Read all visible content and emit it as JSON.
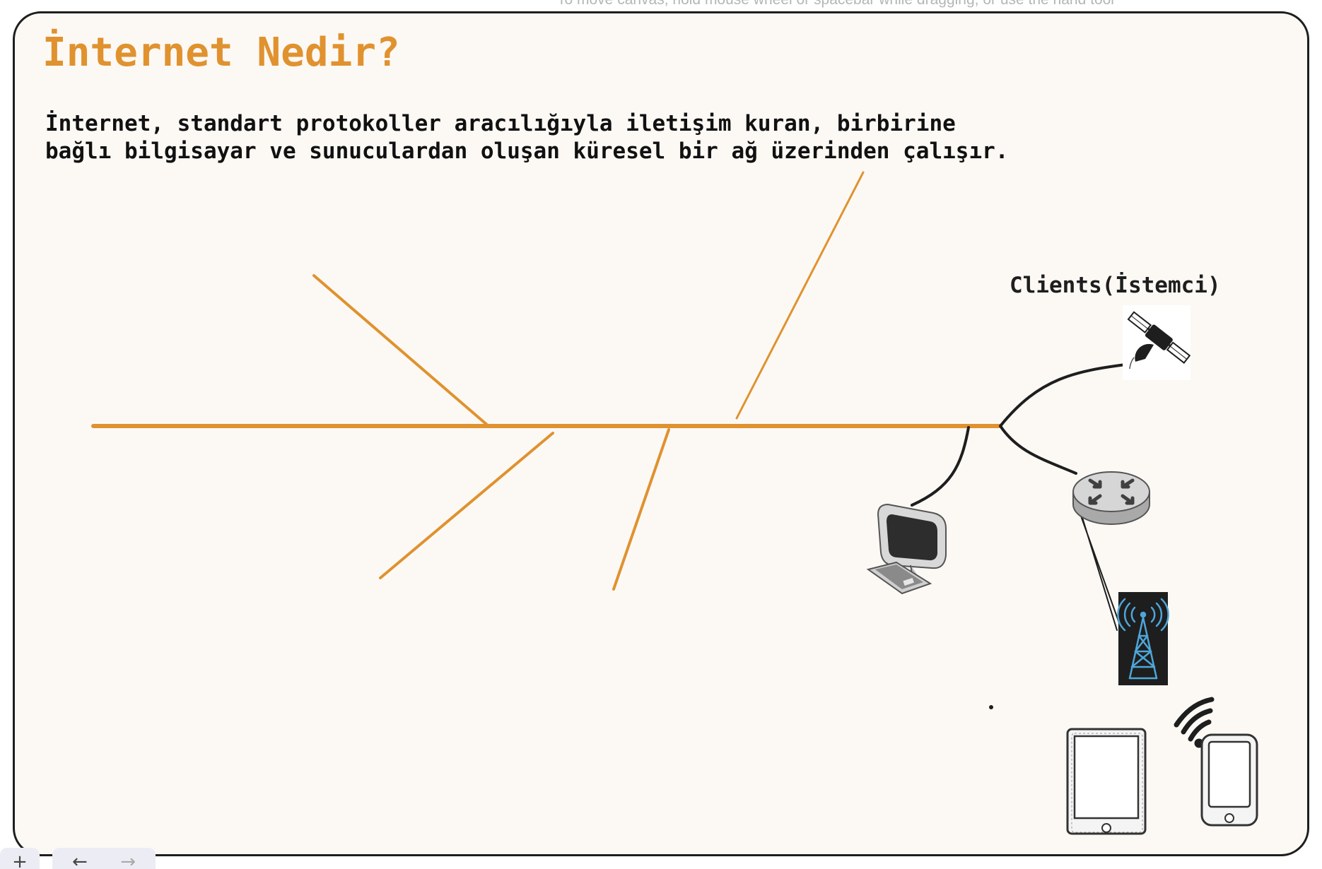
{
  "canvas": {
    "hint": "To move canvas, hold mouse wheel or spacebar while dragging, or use the hand tool"
  },
  "slide": {
    "title": "İnternet Nedir?",
    "description_lines": [
      "İnternet, standart protokoller aracılığıyla iletişim kuran, birbirine",
      "bağlı bilgisayar ve sunuculardan oluşan küresel bir ağ üzerinden çalışır."
    ],
    "clients_label": "Clients(İstemci)"
  },
  "icons": {
    "satellite": "satellite-icon",
    "computer": "desktop-computer-icon",
    "router": "router-icon",
    "tower": "cell-tower-icon",
    "wifi": "wifi-icon",
    "tablet": "tablet-icon",
    "phone": "smartphone-icon"
  },
  "toolbar": {
    "add_glyph": "+",
    "undo_glyph": "←",
    "redo_glyph": "→"
  },
  "colors": {
    "accent": "#e0922f",
    "background": "#fcf9f5",
    "stroke": "#1e1e1e",
    "tower_blue": "#4da6d9"
  }
}
